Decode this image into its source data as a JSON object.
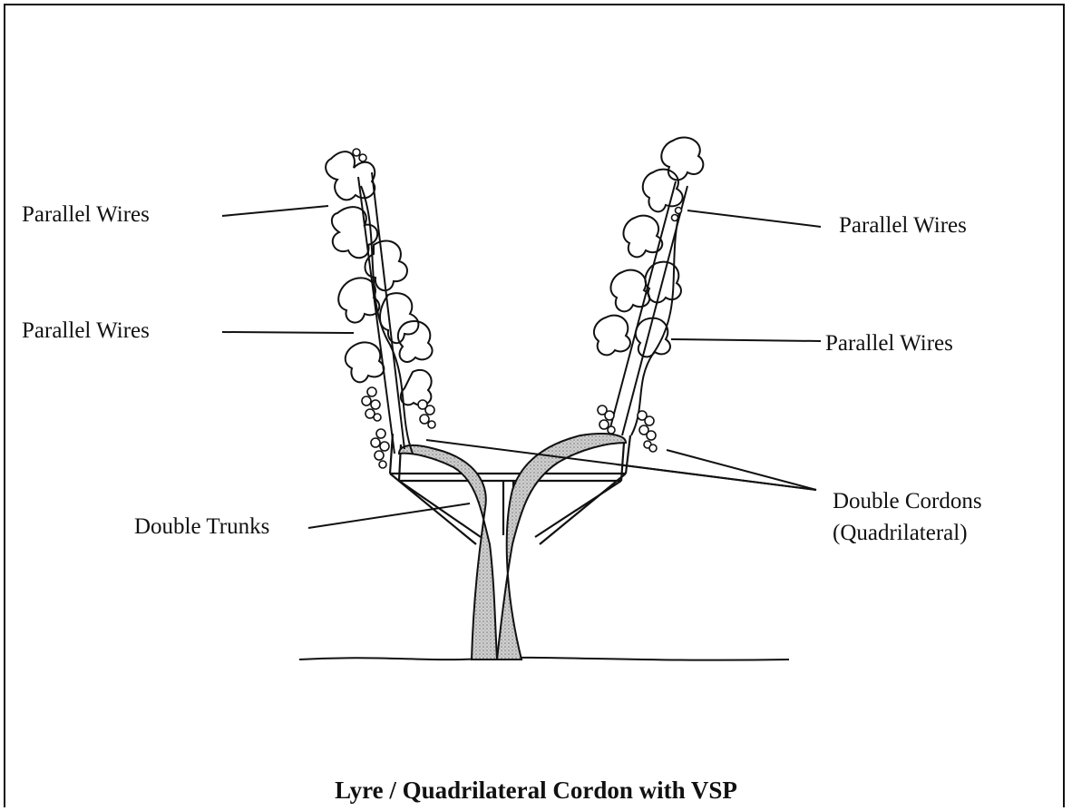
{
  "diagram": {
    "labels": {
      "wires_upper_left": "Parallel Wires",
      "wires_lower_left": "Parallel Wires",
      "wires_upper_right": "Parallel Wires",
      "wires_lower_right": "Parallel Wires",
      "cordons_line1": "Double Cordons",
      "cordons_line2": "(Quadrilateral)",
      "trunks": "Double Trunks"
    },
    "caption": "Lyre / Quadrilateral Cordon with VSP"
  },
  "colors": {
    "ink": "#111111",
    "trunk_fill": "#b8b8b8"
  }
}
